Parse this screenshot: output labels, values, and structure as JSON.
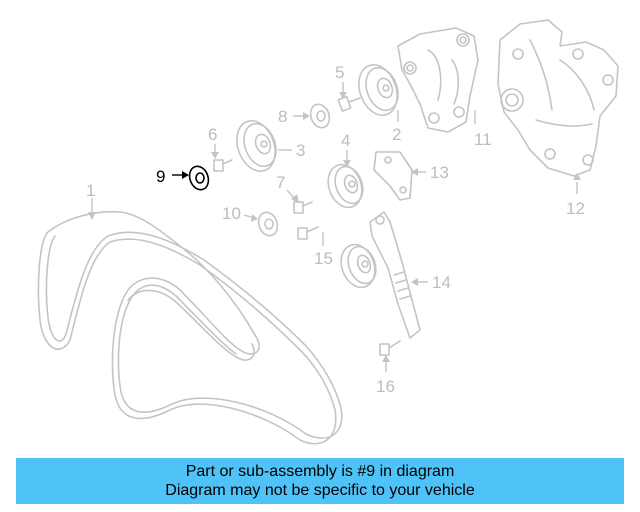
{
  "diagram": {
    "highlighted_part": "9",
    "callouts": {
      "c1": "1",
      "c2": "2",
      "c3": "3",
      "c4": "4",
      "c5": "5",
      "c6": "6",
      "c7": "7",
      "c8": "8",
      "c9": "9",
      "c10": "10",
      "c11": "11",
      "c12": "12",
      "c13": "13",
      "c14": "14",
      "c15": "15",
      "c16": "16"
    },
    "colors": {
      "line_art": "#c4c4c4",
      "highlight": "#000000",
      "banner": "#4fc3f7"
    }
  },
  "caption": {
    "line1": "Part or sub-assembly is #9 in diagram",
    "line2": "Diagram may not be specific to your vehicle"
  }
}
